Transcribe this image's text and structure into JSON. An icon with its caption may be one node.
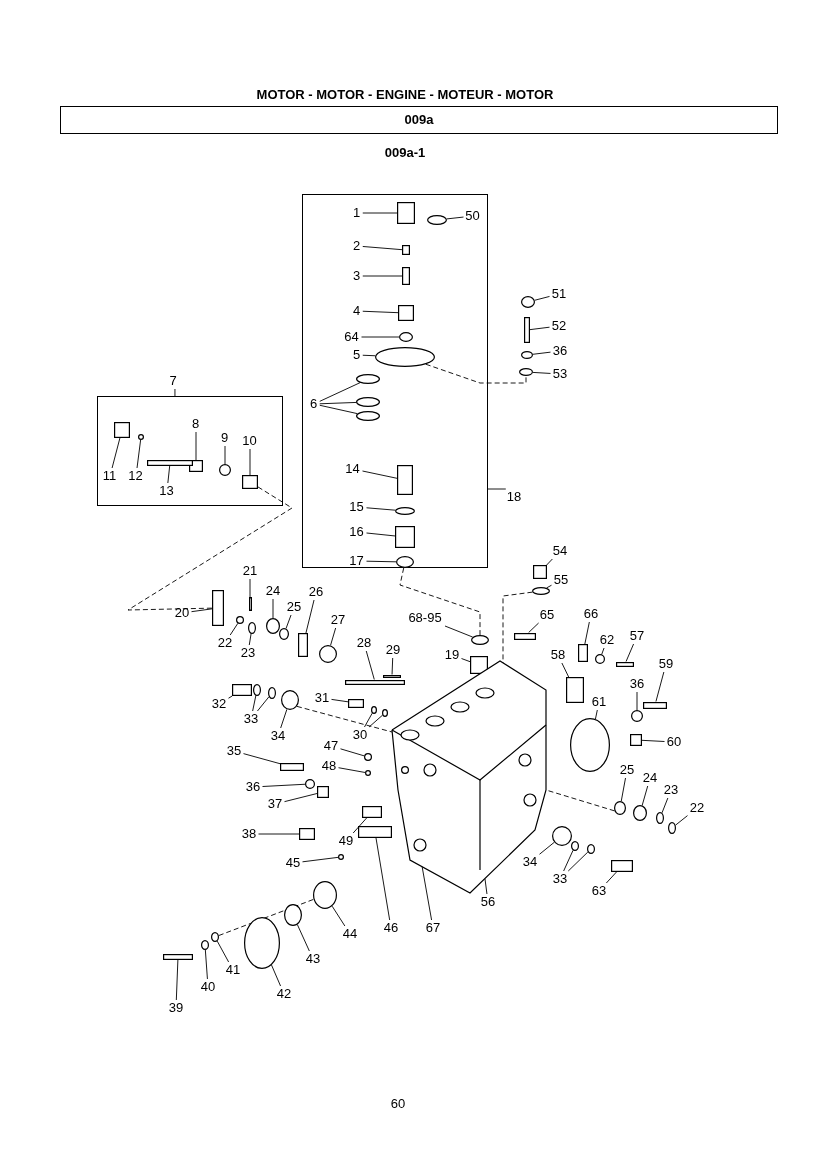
{
  "diagram": {
    "title": "MOTOR - MOTOR - ENGINE - MOTEUR - MOTOR",
    "nodes": [
      {
        "text": [
          "009a"
        ]
      },
      {
        "text": [],
        "shape": "box"
      },
      {
        "text": [],
        "shape": "box"
      },
      {
        "text": [
          "1"
        ],
        "in": 1
      },
      {
        "text": [
          "50"
        ],
        "in": 1
      },
      {
        "text": [
          "2"
        ],
        "in": 1
      },
      {
        "text": [
          "3"
        ],
        "in": 1
      },
      {
        "text": [
          "4"
        ],
        "in": 1
      },
      {
        "text": [
          "64"
        ],
        "in": 1
      },
      {
        "text": [
          "5"
        ],
        "in": 1
      },
      {
        "text": [
          "6"
        ],
        "in": 1
      },
      {
        "text": [
          "14"
        ],
        "in": 1
      },
      {
        "text": [
          "15"
        ],
        "in": 1
      },
      {
        "text": [
          "16"
        ],
        "in": 1
      },
      {
        "text": [
          "17"
        ],
        "in": 1
      },
      {
        "text": [
          "18"
        ]
      },
      {
        "text": [
          "7"
        ]
      },
      {
        "text": [
          "8"
        ],
        "in": 2
      },
      {
        "text": [
          "9"
        ],
        "in": 2
      },
      {
        "text": [
          "10"
        ],
        "in": 2
      },
      {
        "text": [
          "11"
        ],
        "in": 2
      },
      {
        "text": [
          "12"
        ],
        "in": 2
      },
      {
        "text": [
          "13"
        ],
        "in": 2
      },
      {
        "text": [
          "51"
        ]
      },
      {
        "text": [
          "52"
        ]
      },
      {
        "text": [
          "36"
        ]
      },
      {
        "text": [
          "53"
        ]
      },
      {
        "text": [
          "54"
        ]
      },
      {
        "text": [
          "55"
        ]
      },
      {
        "text": [
          "21"
        ]
      },
      {
        "text": [
          "20"
        ]
      },
      {
        "text": [
          "24"
        ]
      },
      {
        "text": [
          "25"
        ]
      },
      {
        "text": [
          "26"
        ]
      },
      {
        "text": [
          "27"
        ]
      },
      {
        "text": [
          "22"
        ]
      },
      {
        "text": [
          "23"
        ]
      },
      {
        "text": [
          "68-95"
        ]
      },
      {
        "text": [
          "65"
        ]
      },
      {
        "text": [
          "66"
        ]
      },
      {
        "text": [
          "62"
        ]
      },
      {
        "text": [
          "57"
        ]
      },
      {
        "text": [
          "28"
        ]
      },
      {
        "text": [
          "29"
        ]
      },
      {
        "text": [
          "19"
        ]
      },
      {
        "text": [
          "58"
        ]
      },
      {
        "text": [
          "59"
        ]
      },
      {
        "text": [
          "36"
        ]
      },
      {
        "text": [
          "32"
        ]
      },
      {
        "text": [
          "31"
        ]
      },
      {
        "text": [
          "61"
        ]
      },
      {
        "text": [
          "33"
        ]
      },
      {
        "text": [
          "34"
        ]
      },
      {
        "text": [
          "30"
        ]
      },
      {
        "text": [
          "60"
        ]
      },
      {
        "text": [
          "47"
        ]
      },
      {
        "text": [
          "35"
        ]
      },
      {
        "text": [
          "48"
        ]
      },
      {
        "text": [
          "25"
        ]
      },
      {
        "text": [
          "24"
        ]
      },
      {
        "text": [
          "36"
        ]
      },
      {
        "text": [
          "23"
        ]
      },
      {
        "text": [
          "37"
        ]
      },
      {
        "text": [
          "22"
        ]
      },
      {
        "text": [
          "38"
        ]
      },
      {
        "text": [
          "49"
        ]
      },
      {
        "text": [
          "34"
        ]
      },
      {
        "text": [
          "45"
        ]
      },
      {
        "text": [
          "33"
        ]
      },
      {
        "text": [
          "63"
        ]
      },
      {
        "text": [
          "56"
        ]
      },
      {
        "text": [
          "46"
        ]
      },
      {
        "text": [
          "67"
        ]
      },
      {
        "text": [
          "44"
        ]
      },
      {
        "text": [
          "43"
        ]
      },
      {
        "text": [
          "42"
        ]
      },
      {
        "text": [
          "41"
        ]
      },
      {
        "text": [
          "40"
        ]
      },
      {
        "text": [
          "39"
        ]
      },
      {
        "text": [],
        "shape": "box",
        "in": 1
      },
      {
        "text": [],
        "shape": "circle",
        "in": 1
      },
      {
        "text": [],
        "shape": "box",
        "in": 1
      },
      {
        "text": [],
        "shape": "box",
        "in": 1
      },
      {
        "text": [],
        "shape": "box",
        "in": 1
      },
      {
        "text": [],
        "shape": "circle",
        "in": 1
      },
      {
        "text": [],
        "shape": "circle",
        "in": 1
      },
      {
        "text": [],
        "shape": "circle",
        "in": 1
      },
      {
        "text": [],
        "shape": "circle",
        "in": 1
      },
      {
        "text": [],
        "shape": "circle",
        "in": 1
      },
      {
        "text": [],
        "shape": "box",
        "in": 1
      },
      {
        "text": [],
        "shape": "circle",
        "in": 1
      },
      {
        "text": [],
        "shape": "box",
        "in": 1
      },
      {
        "text": [],
        "shape": "circle",
        "in": 1
      },
      {
        "text": [],
        "shape": "box",
        "in": 2
      },
      {
        "text": [],
        "shape": "circle",
        "in": 2
      },
      {
        "text": [],
        "shape": "box",
        "in": 2
      },
      {
        "text": [],
        "shape": "box",
        "in": 2
      },
      {
        "text": [],
        "shape": "circle",
        "in": 2
      },
      {
        "text": [],
        "shape": "box",
        "in": 2
      },
      {
        "text": [],
        "shape": "circle"
      },
      {
        "text": [],
        "shape": "box"
      },
      {
        "text": [],
        "shape": "circle"
      },
      {
        "text": [],
        "shape": "circle"
      },
      {
        "text": [],
        "shape": "box"
      },
      {
        "text": [],
        "shape": "circle"
      },
      {
        "text": [],
        "shape": "box"
      },
      {
        "text": [],
        "shape": "box"
      },
      {
        "text": [],
        "shape": "circle"
      },
      {
        "text": [],
        "shape": "circle"
      },
      {
        "text": [],
        "shape": "box"
      },
      {
        "text": [],
        "shape": "circle"
      },
      {
        "text": [],
        "shape": "circle"
      },
      {
        "text": [],
        "shape": "circle"
      },
      {
        "text": [],
        "shape": "circle"
      },
      {
        "text": [],
        "shape": "box"
      },
      {
        "text": [],
        "shape": "box"
      },
      {
        "text": [],
        "shape": "circle"
      },
      {
        "text": [],
        "shape": "box"
      },
      {
        "text": [],
        "shape": "box"
      },
      {
        "text": [],
        "shape": "box"
      },
      {
        "text": [],
        "shape": "box"
      },
      {
        "text": [],
        "shape": "box"
      },
      {
        "text": [],
        "shape": "box"
      },
      {
        "text": [],
        "shape": "circle"
      },
      {
        "text": [],
        "shape": "box"
      },
      {
        "text": [],
        "shape": "box"
      },
      {
        "text": [],
        "shape": "circle"
      },
      {
        "text": [],
        "shape": "circle"
      },
      {
        "text": [],
        "shape": "circle"
      },
      {
        "text": [],
        "shape": "circle"
      },
      {
        "text": [],
        "shape": "circle"
      },
      {
        "text": [],
        "shape": "circle"
      },
      {
        "text": [],
        "shape": "box"
      },
      {
        "text": [],
        "shape": "circle"
      },
      {
        "text": [],
        "shape": "box"
      },
      {
        "text": [],
        "shape": "circle"
      },
      {
        "text": [],
        "shape": "circle"
      },
      {
        "text": [],
        "shape": "circle"
      },
      {
        "text": [],
        "shape": "circle"
      },
      {
        "text": [],
        "shape": "circle"
      },
      {
        "text": [],
        "shape": "box"
      },
      {
        "text": [],
        "shape": "circle"
      },
      {
        "text": [],
        "shape": "box"
      },
      {
        "text": [],
        "shape": "box"
      },
      {
        "text": [],
        "shape": "circle"
      },
      {
        "text": [],
        "shape": "circle"
      },
      {
        "text": [],
        "shape": "circle"
      },
      {
        "text": [],
        "shape": "circle"
      },
      {
        "text": [],
        "shape": "box"
      },
      {
        "text": [],
        "shape": "picture"
      },
      {
        "text": [],
        "shape": "box"
      },
      {
        "text": [],
        "shape": "circle",
        "in": 149
      },
      {
        "text": [],
        "shape": "circle"
      },
      {
        "text": [],
        "shape": "circle"
      },
      {
        "text": [],
        "shape": "circle"
      },
      {
        "text": [],
        "shape": "circle"
      },
      {
        "text": [],
        "shape": "circle"
      },
      {
        "text": [],
        "shape": "box"
      }
    ],
    "edges": [
      {
        "from": 3,
        "to": 79,
        "arrow": "none"
      },
      {
        "from": 4,
        "to": 80,
        "arrow": "none"
      },
      {
        "from": 5,
        "to": 81,
        "arrow": "none"
      },
      {
        "from": 6,
        "to": 82,
        "arrow": "none"
      },
      {
        "from": 7,
        "to": 83,
        "arrow": "none"
      },
      {
        "from": 8,
        "to": 84,
        "arrow": "none"
      },
      {
        "from": 9,
        "to": 85,
        "arrow": "none"
      },
      {
        "from": 10,
        "to": 86,
        "arrow": "none"
      },
      {
        "from": 10,
        "to": 87,
        "arrow": "none"
      },
      {
        "from": 10,
        "to": 88,
        "arrow": "none"
      },
      {
        "from": 11,
        "to": 89,
        "arrow": "none"
      },
      {
        "from": 12,
        "to": 90,
        "arrow": "none"
      },
      {
        "from": 13,
        "to": 91,
        "arrow": "none"
      },
      {
        "from": 14,
        "to": 92,
        "arrow": "none"
      },
      {
        "from": 15,
        "to": 1,
        "arrow": "none"
      },
      {
        "from": 16,
        "to": 2,
        "arrow": "none"
      },
      {
        "from": 17,
        "to": 93,
        "arrow": "none"
      },
      {
        "from": 18,
        "to": 94,
        "arrow": "none"
      },
      {
        "from": 19,
        "to": 95,
        "arrow": "none"
      },
      {
        "from": 20,
        "to": 96,
        "arrow": "none"
      },
      {
        "from": 21,
        "to": 97,
        "arrow": "none"
      },
      {
        "from": 22,
        "to": 98,
        "arrow": "none"
      },
      {
        "from": 23,
        "to": 99,
        "arrow": "none"
      },
      {
        "from": 24,
        "to": 100,
        "arrow": "none"
      },
      {
        "from": 25,
        "to": 101,
        "arrow": "none"
      },
      {
        "from": 26,
        "to": 102,
        "arrow": "none"
      },
      {
        "from": 27,
        "to": 103,
        "arrow": "none"
      },
      {
        "from": 28,
        "to": 104,
        "arrow": "none"
      },
      {
        "from": 29,
        "to": 105,
        "arrow": "none"
      },
      {
        "from": 30,
        "to": 106,
        "arrow": "none"
      },
      {
        "from": 31,
        "to": 107,
        "arrow": "none"
      },
      {
        "from": 32,
        "to": 108,
        "arrow": "none"
      },
      {
        "from": 33,
        "to": 109,
        "arrow": "none"
      },
      {
        "from": 34,
        "to": 110,
        "arrow": "none"
      },
      {
        "from": 35,
        "to": 111,
        "arrow": "none"
      },
      {
        "from": 36,
        "to": 112,
        "arrow": "none"
      },
      {
        "from": 37,
        "to": 113,
        "arrow": "none"
      },
      {
        "from": 38,
        "to": 114,
        "arrow": "none"
      },
      {
        "from": 39,
        "to": 115,
        "arrow": "none"
      },
      {
        "from": 40,
        "to": 116,
        "arrow": "none"
      },
      {
        "from": 41,
        "to": 117,
        "arrow": "none"
      },
      {
        "from": 42,
        "to": 118,
        "arrow": "none"
      },
      {
        "from": 43,
        "to": 119,
        "arrow": "none"
      },
      {
        "from": 44,
        "to": 120,
        "arrow": "none"
      },
      {
        "from": 45,
        "to": 121,
        "arrow": "none"
      },
      {
        "from": 46,
        "to": 122,
        "arrow": "none"
      },
      {
        "from": 47,
        "to": 123,
        "arrow": "none"
      },
      {
        "from": 48,
        "to": 124,
        "arrow": "none"
      },
      {
        "from": 49,
        "to": 125,
        "arrow": "none"
      },
      {
        "from": 50,
        "to": 126,
        "arrow": "none"
      },
      {
        "from": 51,
        "to": 127,
        "arrow": "none"
      },
      {
        "from": 51,
        "to": 128,
        "arrow": "none"
      },
      {
        "from": 52,
        "to": 129,
        "arrow": "none"
      },
      {
        "from": 53,
        "to": 130,
        "arrow": "none"
      },
      {
        "from": 53,
        "to": 131,
        "arrow": "none"
      },
      {
        "from": 54,
        "to": 132,
        "arrow": "none"
      },
      {
        "from": 55,
        "to": 133,
        "arrow": "none"
      },
      {
        "from": 56,
        "to": 134,
        "arrow": "none"
      },
      {
        "from": 57,
        "to": 135,
        "arrow": "none"
      },
      {
        "from": 58,
        "to": 136,
        "arrow": "none"
      },
      {
        "from": 59,
        "to": 137,
        "arrow": "none"
      },
      {
        "from": 60,
        "to": 138,
        "arrow": "none"
      },
      {
        "from": 61,
        "to": 139,
        "arrow": "none"
      },
      {
        "from": 62,
        "to": 140,
        "arrow": "none"
      },
      {
        "from": 63,
        "to": 141,
        "arrow": "none"
      },
      {
        "from": 64,
        "to": 142,
        "arrow": "none"
      },
      {
        "from": 65,
        "to": 143,
        "arrow": "none"
      },
      {
        "from": 66,
        "to": 144,
        "arrow": "none"
      },
      {
        "from": 67,
        "to": 145,
        "arrow": "none"
      },
      {
        "from": 68,
        "to": 146,
        "arrow": "none"
      },
      {
        "from": 68,
        "to": 147,
        "arrow": "none"
      },
      {
        "from": 69,
        "to": 148,
        "arrow": "none"
      },
      {
        "from": 70,
        "to": 149,
        "arrow": "none"
      },
      {
        "from": 71,
        "to": 150,
        "arrow": "none"
      },
      {
        "from": 72,
        "to": 151,
        "arrow": "none"
      },
      {
        "from": 73,
        "to": 152,
        "arrow": "none"
      },
      {
        "from": 74,
        "to": 153,
        "arrow": "none"
      },
      {
        "from": 75,
        "to": 154,
        "arrow": "none"
      },
      {
        "from": 76,
        "to": 155,
        "arrow": "none"
      },
      {
        "from": 77,
        "to": 156,
        "arrow": "none"
      },
      {
        "from": 78,
        "to": 157,
        "arrow": "none"
      },
      {
        "from": 92,
        "to": 113,
        "arrow": "none",
        "style": "dashed"
      },
      {
        "from": 85,
        "to": 102,
        "arrow": "none",
        "style": "dashed"
      },
      {
        "from": 104,
        "to": 149,
        "arrow": "none",
        "style": "dashed"
      },
      {
        "from": 129,
        "to": 149,
        "arrow": "none",
        "style": "dashed"
      },
      {
        "from": 136,
        "to": 149,
        "arrow": "none",
        "style": "dashed"
      },
      {
        "from": 95,
        "to": 106,
        "arrow": "none",
        "style": "dashed"
      },
      {
        "from": 155,
        "to": 152,
        "arrow": "none",
        "style": "dashed"
      }
    ],
    "labels": [
      "009a-1",
      "60"
    ]
  }
}
